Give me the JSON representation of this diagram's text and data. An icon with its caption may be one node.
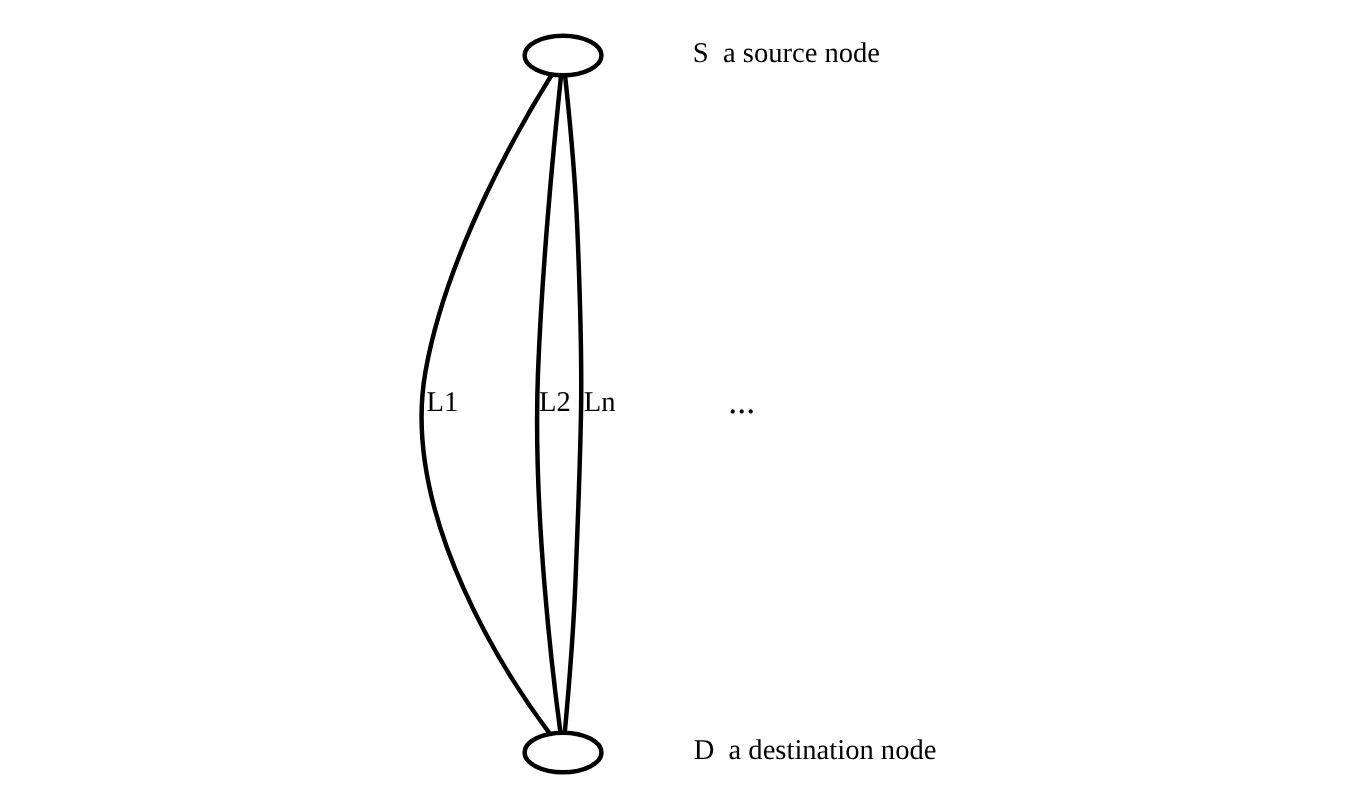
{
  "diagram": {
    "nodes": [
      {
        "text": [],
        "shape": "ellipse",
        "beside": [
          "S  a source node"
        ]
      },
      {
        "text": [],
        "shape": "ellipse",
        "beside": [
          "D  a destination node"
        ]
      }
    ],
    "edges": [
      {
        "from": 0,
        "to": 1,
        "arrow": "none",
        "label": "L1"
      },
      {
        "from": 0,
        "to": 1,
        "arrow": "none",
        "label": "L2"
      },
      {
        "from": 0,
        "to": 1,
        "arrow": "none",
        "label": "Ln"
      }
    ],
    "labels": [
      "..."
    ]
  }
}
